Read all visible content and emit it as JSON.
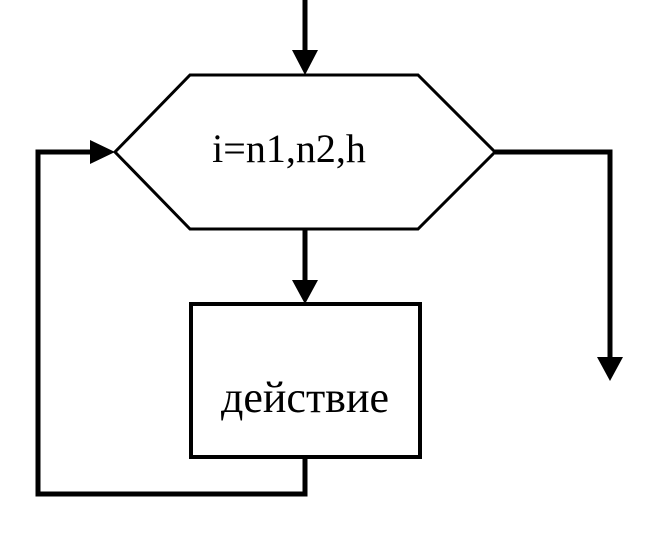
{
  "loop_block": {
    "label": "i=n1,n2,h",
    "shape": "hexagon"
  },
  "action_block": {
    "label": "действие",
    "shape": "rectangle"
  },
  "colors": {
    "stroke": "#000000",
    "background": "#ffffff"
  }
}
